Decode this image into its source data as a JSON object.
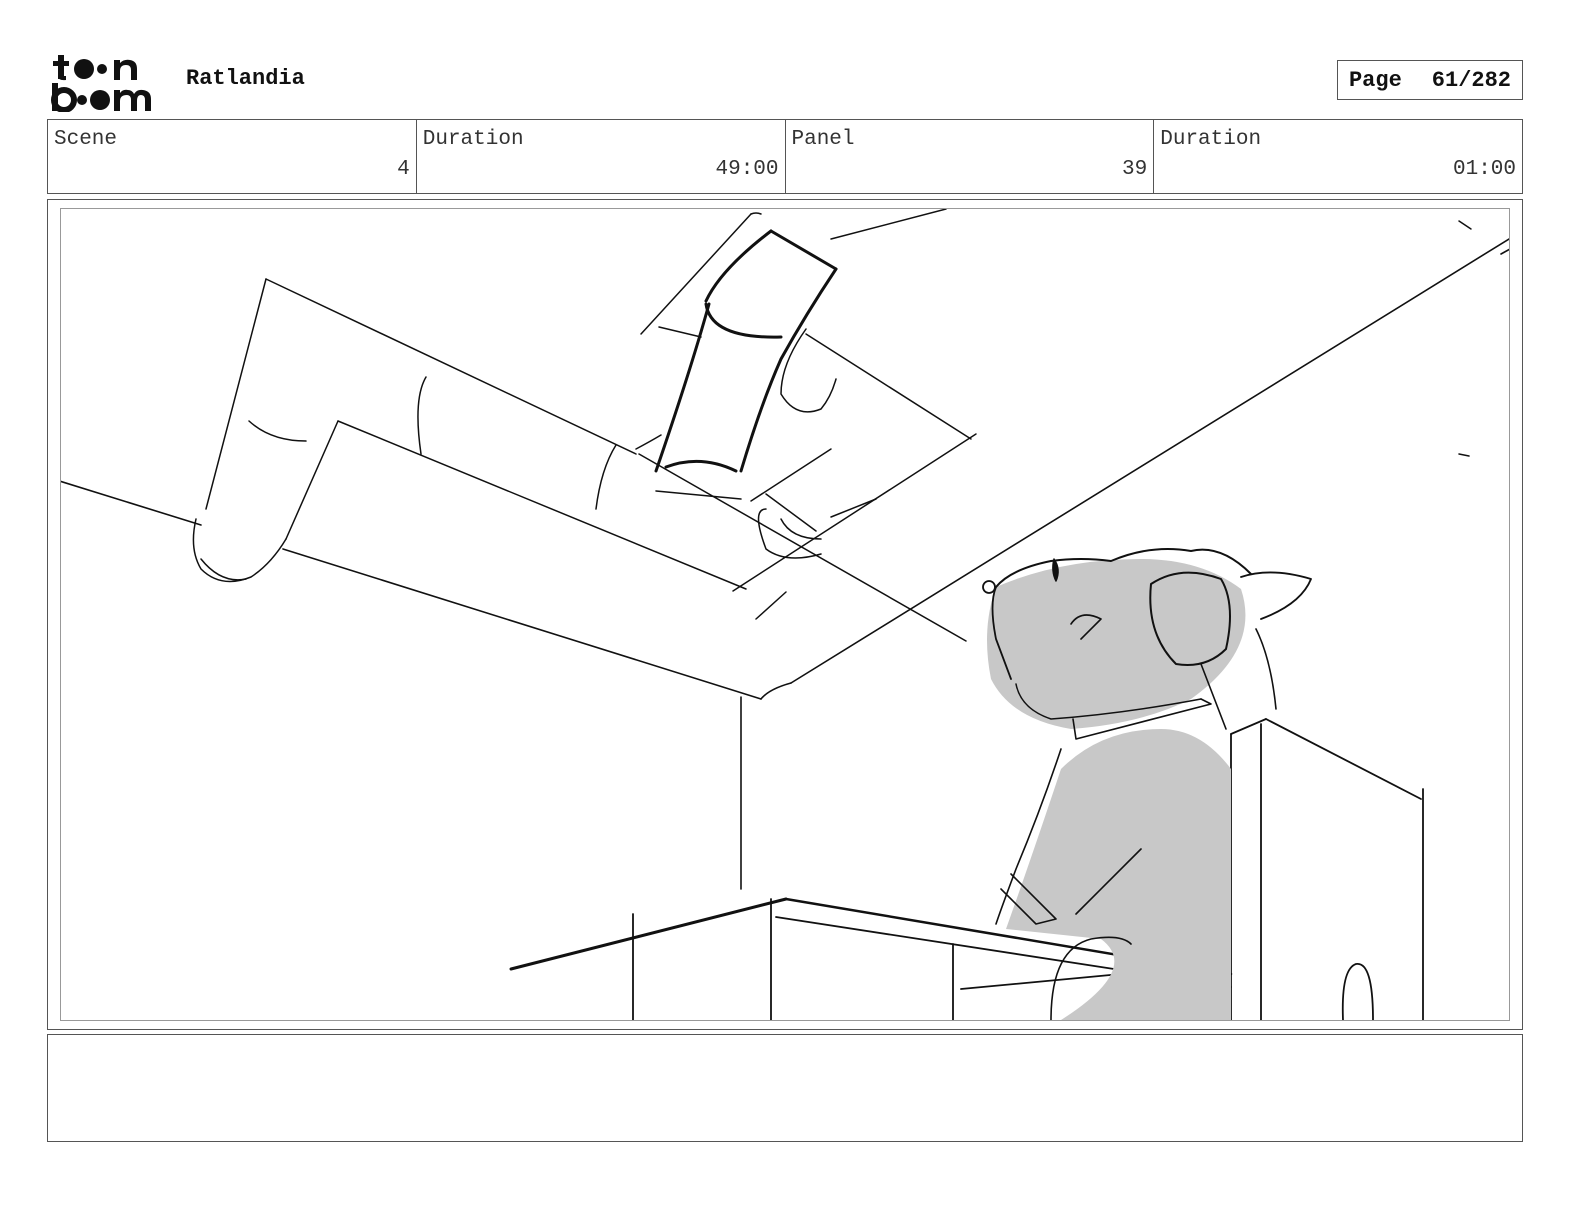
{
  "header": {
    "logo_top": "to•n",
    "logo_bottom": "b••m",
    "project_title": "Ratlandia",
    "page_label": "Page",
    "page_number": "61/282"
  },
  "info": {
    "scene_label": "Scene",
    "scene_value": "4",
    "scene_duration_label": "Duration",
    "scene_duration_value": "49:00",
    "panel_label": "Panel",
    "panel_value": "39",
    "panel_duration_label": "Duration",
    "panel_duration_value": "01:00"
  },
  "notes": {
    "text": ""
  },
  "colors": {
    "ink": "#111111",
    "shade": "#c8c8c8",
    "border": "#555555"
  }
}
